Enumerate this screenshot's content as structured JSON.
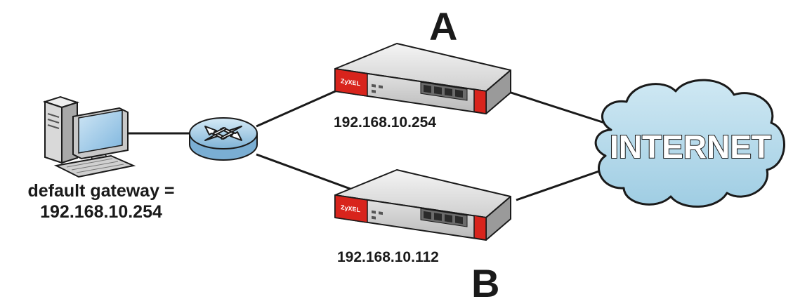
{
  "diagram": {
    "router_a": {
      "letter": "A",
      "ip": "192.168.10.254",
      "brand": "ZyXEL"
    },
    "router_b": {
      "letter": "B",
      "ip": "192.168.10.112",
      "brand": "ZyXEL"
    },
    "computer": {
      "line1": "default gateway =",
      "line2": "192.168.10.254"
    },
    "cloud": {
      "label": "INTERNET"
    }
  },
  "colors": {
    "cloud_fill": "#b9dcea",
    "cloud_stroke": "#1a1a1a",
    "router_red": "#d8241c",
    "switch_blue": "#a9cfe6",
    "line": "#1a1a1a"
  }
}
